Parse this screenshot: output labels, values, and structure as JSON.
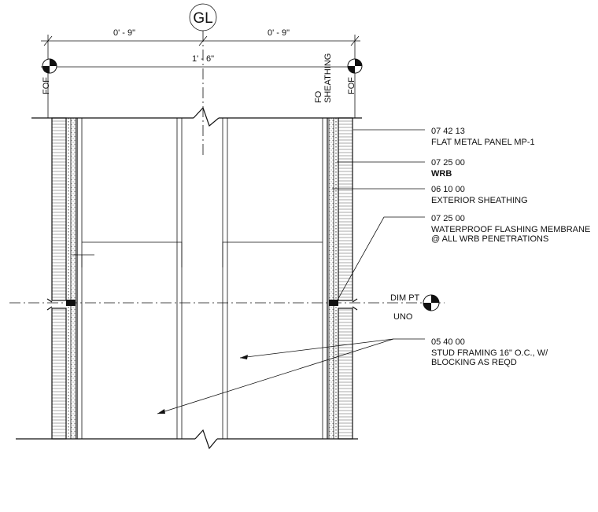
{
  "grid": {
    "label": "GL"
  },
  "dimensions": {
    "left": "0' - 9\"",
    "right": "0' - 9\"",
    "overall": "1' - 6\""
  },
  "markers": {
    "fof_left": "FOF",
    "fof_right": "FOF",
    "fo_sheathing_line1": "FO",
    "fo_sheathing_line2": "SHEATHING"
  },
  "callouts": [
    {
      "code": "07 42 13",
      "desc": [
        "FLAT METAL PANEL MP-1"
      ],
      "bold": false
    },
    {
      "code": "07 25 00",
      "desc": [
        "WRB"
      ],
      "bold": true
    },
    {
      "code": "06 10 00",
      "desc": [
        "EXTERIOR SHEATHING"
      ],
      "bold": false
    },
    {
      "code": "07 25 00",
      "desc": [
        "WATERPROOF FLASHING MEMBRANE",
        "@ ALL WRB PENETRATIONS"
      ],
      "bold": false
    },
    {
      "code": "05 40 00",
      "desc": [
        "STUD FRAMING 16\" O.C., W/",
        "BLOCKING AS REQD"
      ],
      "bold": false
    }
  ],
  "dim_point": {
    "label": "DIM PT",
    "sublabel": "UNO"
  }
}
